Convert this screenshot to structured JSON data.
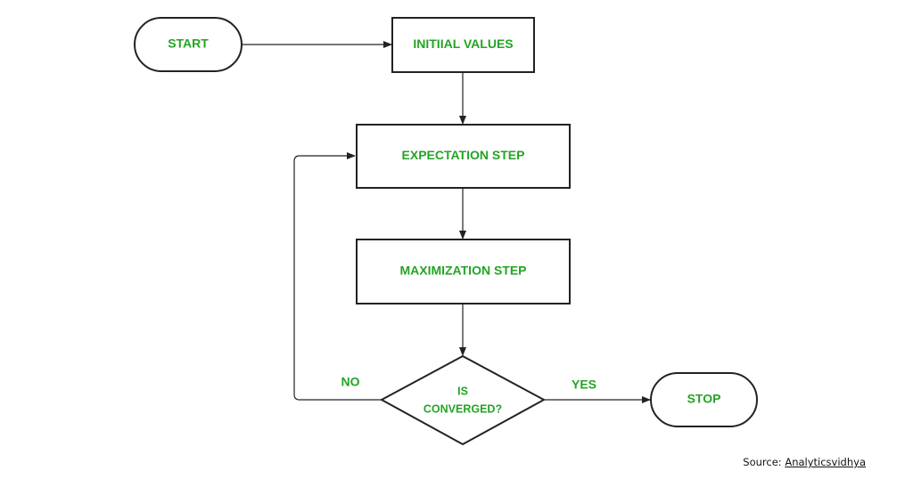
{
  "nodes": {
    "start": "START",
    "initial_values": "INITIIAL VALUES",
    "expectation": "EXPECTATION STEP",
    "maximization": "MAXIMIZATION STEP",
    "decision_line1": "IS",
    "decision_line2": "CONVERGED?",
    "stop": "STOP"
  },
  "edges": {
    "no_label": "NO",
    "yes_label": "YES"
  },
  "source": {
    "prefix": "Source: ",
    "link_text": "Analyticsvidhya"
  },
  "colors": {
    "label_green": "#24a424",
    "stroke": "#222222",
    "background": "#ffffff"
  }
}
